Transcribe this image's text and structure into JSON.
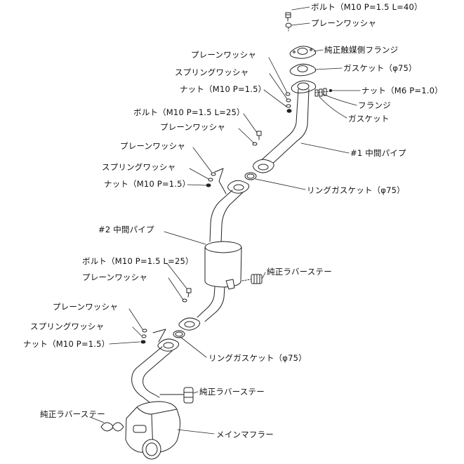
{
  "labels": {
    "bolt_top": "ボルト（M10 P=1.5 L=40）",
    "washer_top": "プレーンワッシャ",
    "oem_cat_flange": "純正触媒側フランジ",
    "gasket_75": "ガスケット（φ75）",
    "nut_m6": "ナット（M6 P=1.0）",
    "flange": "フランジ",
    "gasket": "ガスケット",
    "washer_1": "プレーンワッシャ",
    "spring_washer_1": "スプリングワッシャ",
    "nut_1": "ナット（M10 P=1.5）",
    "bolt_2": "ボルト（M10 P=1.5 L=25）",
    "washer_2": "プレーンワッシャ",
    "mid_pipe_1": "#1 中間パイプ",
    "washer_3": "プレーンワッシャ",
    "spring_washer_3": "スプリングワッシャ",
    "nut_3": "ナット（M10 P=1.5）",
    "ring_gasket_1": "リングガスケット（φ75）",
    "mid_pipe_2": "#2 中間パイプ",
    "bolt_4": "ボルト（M10 P=1.5 L=25）",
    "oem_rubber_stay_1": "純正ラバーステー",
    "washer_4": "プレーンワッシャ",
    "washer_5": "プレーンワッシャ",
    "spring_washer_5": "スプリングワッシャ",
    "nut_5": "ナット（M10 P=1.5）",
    "ring_gasket_2": "リングガスケット（φ75）",
    "oem_rubber_stay_2": "純正ラバーステー",
    "oem_rubber_stay_3": "純正ラバーステー",
    "main_muffler": "メインマフラー"
  },
  "colors": {
    "line": "#222222",
    "background": "#ffffff"
  }
}
